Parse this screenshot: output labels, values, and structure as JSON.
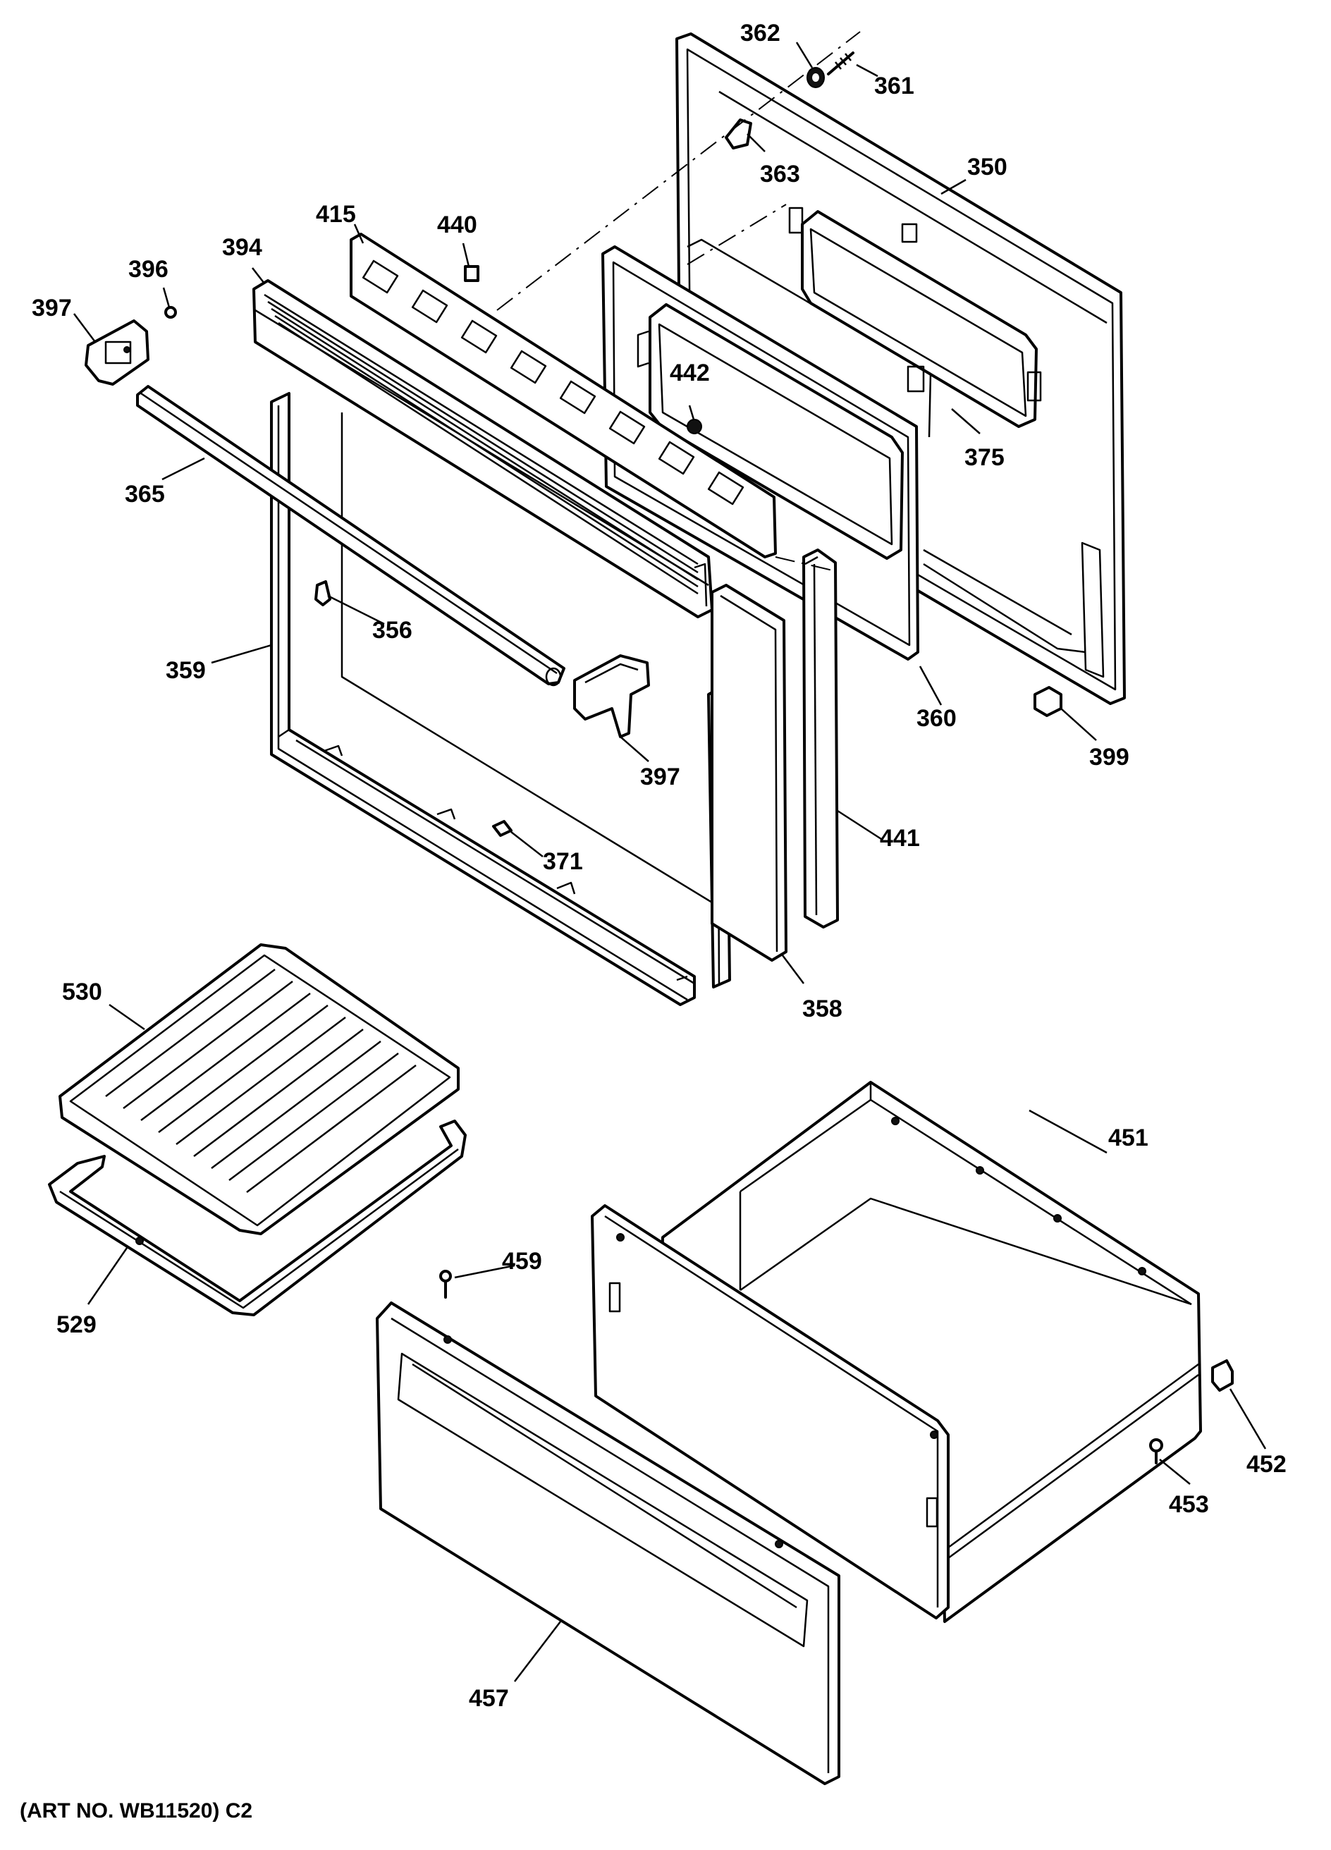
{
  "parts": {
    "p350": "350",
    "p361": "361",
    "p362": "362",
    "p363": "363",
    "p375": "375",
    "p415": "415",
    "p440": "440",
    "p394": "394",
    "p396": "396",
    "p397a": "397",
    "p442": "442",
    "p365": "365",
    "p356": "356",
    "p359": "359",
    "p360": "360",
    "p399": "399",
    "p397b": "397",
    "p441": "441",
    "p371": "371",
    "p358": "358",
    "p530": "530",
    "p451": "451",
    "p459": "459",
    "p529": "529",
    "p452": "452",
    "p453": "453",
    "p457": "457"
  },
  "footer": {
    "art_no": "(ART NO. WB11520) C2"
  }
}
